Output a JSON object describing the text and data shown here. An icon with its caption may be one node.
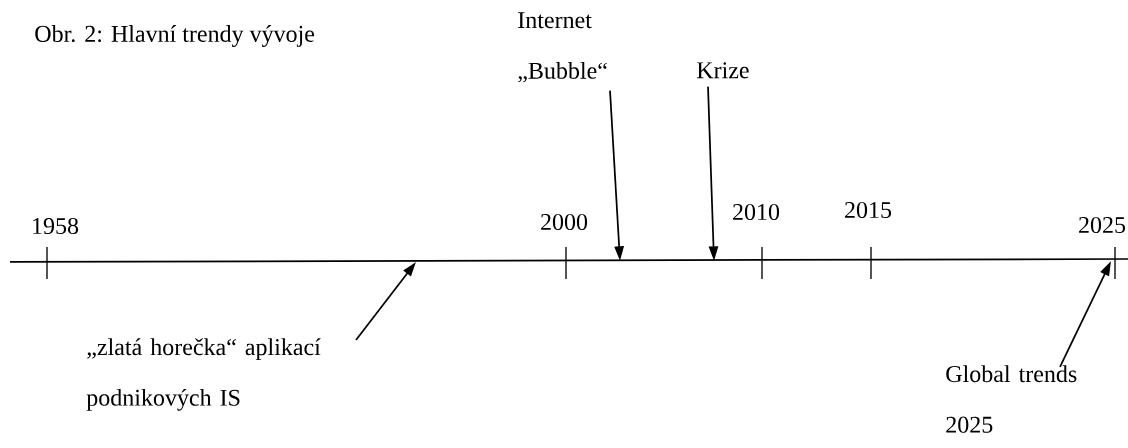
{
  "diagram": {
    "title": "Obr. 2: Hlavní trendy vývoje",
    "nodes": [
      {
        "text": [
          "Internet „Bubble“"
        ]
      },
      {
        "text": [
          "Krize"
        ]
      },
      {
        "text": [
          "„zlatá horečka“ aplikací podnikových IS"
        ]
      },
      {
        "text": [
          "Global trends 2025"
        ]
      }
    ],
    "edges": [
      {
        "from": 0,
        "to": null,
        "arrow": "to"
      },
      {
        "from": 1,
        "to": null,
        "arrow": "to"
      },
      {
        "from": 2,
        "to": null,
        "arrow": "to"
      },
      {
        "from": 3,
        "to": null,
        "arrow": "to"
      }
    ],
    "labels": [
      "1958",
      "2000",
      "2010",
      "2015",
      "2025"
    ]
  }
}
